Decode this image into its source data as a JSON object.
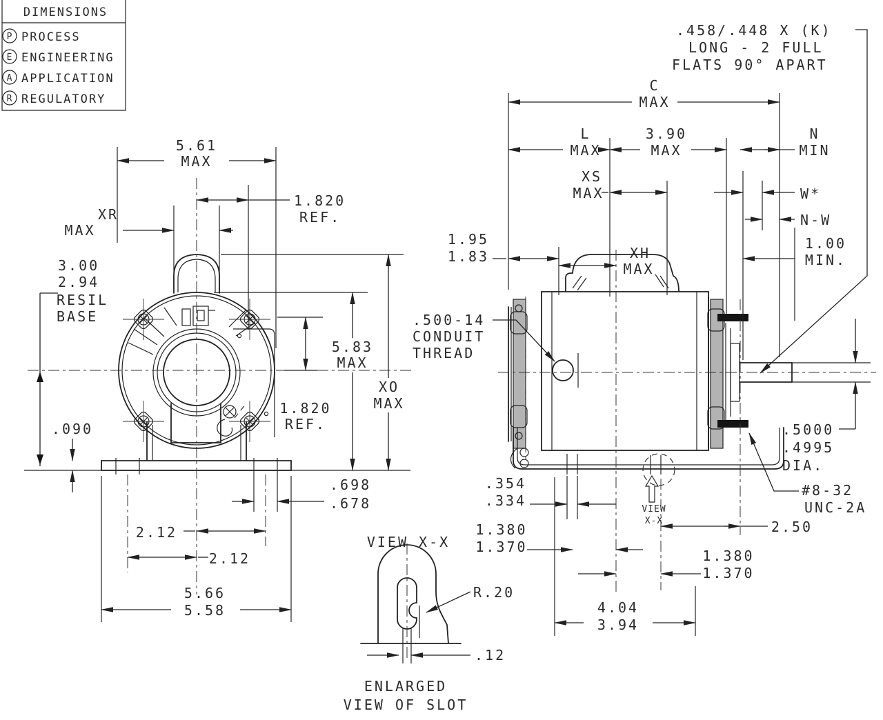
{
  "legend": {
    "title": "DIMENSIONS",
    "rows": [
      {
        "code": "P",
        "label": "PROCESS"
      },
      {
        "code": "E",
        "label": "ENGINEERING"
      },
      {
        "code": "A",
        "label": "APPLICATION"
      },
      {
        "code": "R",
        "label": "REGULATORY"
      }
    ]
  },
  "words": {
    "max": "MAX",
    "min": "MIN",
    "min_dot": "MIN.",
    "ref": "REF.",
    "dia": "DIA."
  },
  "notes": {
    "flats_line1": ".458/.448 X (K)",
    "flats_line2": "LONG - 2 FULL",
    "flats_line3": "FLATS 90° APART",
    "conduit_line1": ".500-14",
    "conduit_line2": "CONDUIT",
    "conduit_line3": "THREAD",
    "resil_line1": "3.00",
    "resil_line2": "2.94",
    "resil_line3": "RESIL",
    "resil_line4": "BASE",
    "shaft_dia_line1": ".5000",
    "shaft_dia_line2": ".4995",
    "screw_line1": "#8-32",
    "screw_line2": "UNC-2A",
    "slot_radius": "R.20",
    "view_label": "VIEW X-X",
    "view_small_line1": "VIEW",
    "view_small_line2": "X-X",
    "enlarged_line1": "ENLARGED",
    "enlarged_line2": "VIEW OF SLOT"
  },
  "front_dims": {
    "width_top": "5.61",
    "bolt_ref_h": "1.820",
    "xr": "XR",
    "height_body": "5.83",
    "xo": "XO",
    "bolt_ref_v": "1.820",
    "foot_thk": ".090",
    "slot_w_hi": ".698",
    "slot_w_lo": ".678",
    "bolt_sp_r": "2.12",
    "bolt_sp_l": "2.12",
    "base_w_hi": "5.66",
    "base_w_lo": "5.58"
  },
  "side_dims": {
    "c": "C",
    "l": "L",
    "len_390": "3.90",
    "n": "N",
    "xs": "XS",
    "w_star": "W*",
    "nw": "N-W",
    "xh": "XH",
    "min_100": "1.00",
    "lug_hi": "1.95",
    "lug_lo": "1.83",
    "slot_hi": ".354",
    "slot_lo": ".334",
    "span1_hi": "1.380",
    "span1_lo": "1.370",
    "span2_hi": "1.380",
    "span2_lo": "1.370",
    "len_250": "2.50",
    "mount_hi": "4.04",
    "mount_lo": "3.94",
    "slot_offset": ".12"
  }
}
